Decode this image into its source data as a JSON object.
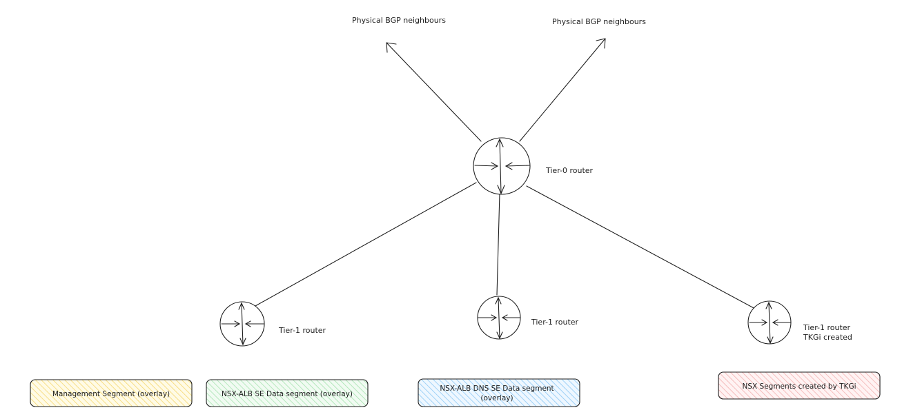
{
  "labels": {
    "bgp_left": "Physical BGP neighbours",
    "bgp_right": "Physical BGP neighbours",
    "tier0": "Tier-0 router",
    "tier1_left": "Tier-1 router",
    "tier1_mid": "Tier-1 router",
    "tier1_right_line1": "Tier-1 router",
    "tier1_right_line2": "TKGi created"
  },
  "segments": [
    {
      "label_line1": "Management Segment (overlay)",
      "label_line2": "",
      "fill": "#fff3bf"
    },
    {
      "label_line1": "NSX-ALB SE Data segment (overlay)",
      "label_line2": "",
      "fill": "#d3f9d8"
    },
    {
      "label_line1": "NSX-ALB DNS SE Data segment",
      "label_line2": "(overlay)",
      "fill": "#a5d8ff"
    },
    {
      "label_line1": "NSX Segments created by TKGi",
      "label_line2": "",
      "fill": "#ffc9c9"
    }
  ],
  "colors": {
    "stroke": "#1e1e1e"
  }
}
